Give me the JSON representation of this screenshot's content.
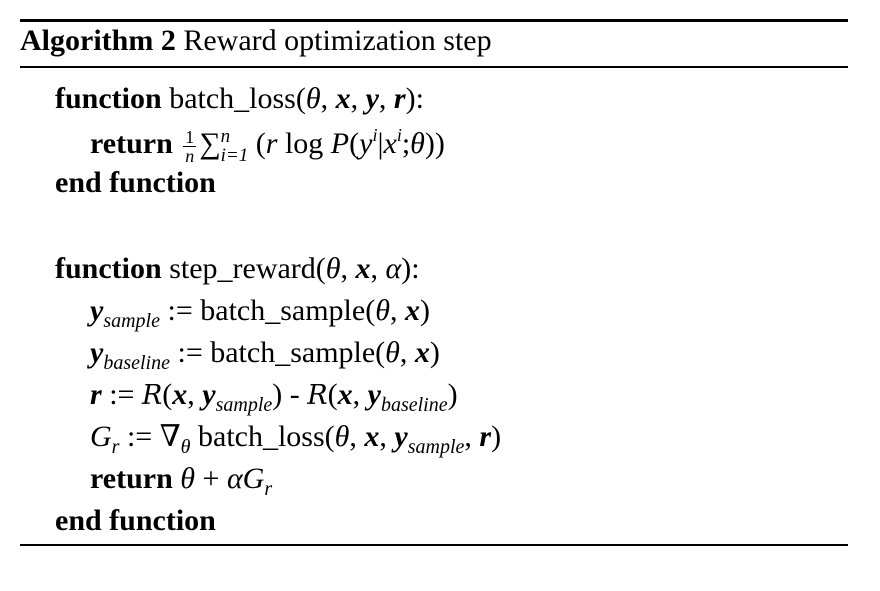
{
  "algorithm": {
    "label": "Algorithm 2",
    "title": "Reward optimization step",
    "lines": [
      {
        "indent": 1,
        "segs": [
          {
            "k": "kw",
            "v": "function"
          },
          {
            "k": "t",
            "v": " batch_loss("
          },
          {
            "k": "mi",
            "v": "θ"
          },
          {
            "k": "t",
            "v": ", "
          },
          {
            "k": "mb",
            "v": "x"
          },
          {
            "k": "t",
            "v": ", "
          },
          {
            "k": "mb",
            "v": "y"
          },
          {
            "k": "t",
            "v": ", "
          },
          {
            "k": "mb",
            "v": "r"
          },
          {
            "k": "t",
            "v": "):"
          }
        ]
      },
      {
        "indent": 2,
        "segs": [
          {
            "k": "kw",
            "v": "return"
          },
          {
            "k": "t",
            "v": " "
          },
          {
            "k": "frac",
            "num": "1",
            "den": "n"
          },
          {
            "k": "sum",
            "v": "∑",
            "sup": "n",
            "sub": "i=1"
          },
          {
            "k": "t",
            "v": " ("
          },
          {
            "k": "mi",
            "v": "r"
          },
          {
            "k": "t",
            "v": " log "
          },
          {
            "k": "mi",
            "v": "P"
          },
          {
            "k": "t",
            "v": "("
          },
          {
            "k": "mi",
            "v": "y"
          },
          {
            "k": "sup",
            "v": "i"
          },
          {
            "k": "t",
            "v": "|"
          },
          {
            "k": "mi",
            "v": "x"
          },
          {
            "k": "sup",
            "v": "i"
          },
          {
            "k": "t",
            "v": ";"
          },
          {
            "k": "mi",
            "v": "θ"
          },
          {
            "k": "t",
            "v": "))"
          }
        ]
      },
      {
        "indent": 1,
        "segs": [
          {
            "k": "kw",
            "v": "end function"
          }
        ]
      },
      {
        "indent": 1,
        "segs": [
          {
            "k": "kw",
            "v": "function"
          },
          {
            "k": "t",
            "v": " step_reward("
          },
          {
            "k": "mi",
            "v": "θ"
          },
          {
            "k": "t",
            "v": ", "
          },
          {
            "k": "mb",
            "v": "x"
          },
          {
            "k": "t",
            "v": ", "
          },
          {
            "k": "mi",
            "v": "α"
          },
          {
            "k": "t",
            "v": "):"
          }
        ]
      },
      {
        "indent": 2,
        "segs": [
          {
            "k": "mb",
            "v": "y"
          },
          {
            "k": "sub",
            "v": "sample"
          },
          {
            "k": "t",
            "v": " := batch_sample("
          },
          {
            "k": "mi",
            "v": "θ"
          },
          {
            "k": "t",
            "v": ", "
          },
          {
            "k": "mb",
            "v": "x"
          },
          {
            "k": "t",
            "v": ")"
          }
        ]
      },
      {
        "indent": 2,
        "segs": [
          {
            "k": "mb",
            "v": "y"
          },
          {
            "k": "sub",
            "v": "baseline"
          },
          {
            "k": "t",
            "v": " := batch_sample("
          },
          {
            "k": "mi",
            "v": "θ"
          },
          {
            "k": "t",
            "v": ", "
          },
          {
            "k": "mb",
            "v": "x"
          },
          {
            "k": "t",
            "v": ")"
          }
        ]
      },
      {
        "indent": 2,
        "segs": [
          {
            "k": "mb",
            "v": "r"
          },
          {
            "k": "t",
            "v": " := "
          },
          {
            "k": "cal",
            "v": "R"
          },
          {
            "k": "t",
            "v": "("
          },
          {
            "k": "mb",
            "v": "x"
          },
          {
            "k": "t",
            "v": ", "
          },
          {
            "k": "mb",
            "v": "y"
          },
          {
            "k": "sub",
            "v": "sample"
          },
          {
            "k": "t",
            "v": ") - "
          },
          {
            "k": "cal",
            "v": "R"
          },
          {
            "k": "t",
            "v": "("
          },
          {
            "k": "mb",
            "v": "x"
          },
          {
            "k": "t",
            "v": ", "
          },
          {
            "k": "mb",
            "v": "y"
          },
          {
            "k": "sub",
            "v": "baseline"
          },
          {
            "k": "t",
            "v": ")"
          }
        ]
      },
      {
        "indent": 2,
        "segs": [
          {
            "k": "mi",
            "v": "G"
          },
          {
            "k": "sub",
            "v": "r"
          },
          {
            "k": "t",
            "v": " := ∇"
          },
          {
            "k": "sub",
            "v": "θ"
          },
          {
            "k": "t",
            "v": " batch_loss("
          },
          {
            "k": "mi",
            "v": "θ"
          },
          {
            "k": "t",
            "v": ", "
          },
          {
            "k": "mb",
            "v": "x"
          },
          {
            "k": "t",
            "v": ", "
          },
          {
            "k": "mb",
            "v": "y"
          },
          {
            "k": "sub",
            "v": "sample"
          },
          {
            "k": "t",
            "v": ", "
          },
          {
            "k": "mb",
            "v": "r"
          },
          {
            "k": "t",
            "v": ")"
          }
        ]
      },
      {
        "indent": 2,
        "segs": [
          {
            "k": "kw",
            "v": "return"
          },
          {
            "k": "t",
            "v": " "
          },
          {
            "k": "mi",
            "v": "θ"
          },
          {
            "k": "t",
            "v": " + "
          },
          {
            "k": "mi",
            "v": "αG"
          },
          {
            "k": "sub",
            "v": "r"
          }
        ]
      },
      {
        "indent": 1,
        "segs": [
          {
            "k": "kw",
            "v": "end function"
          }
        ]
      }
    ]
  }
}
